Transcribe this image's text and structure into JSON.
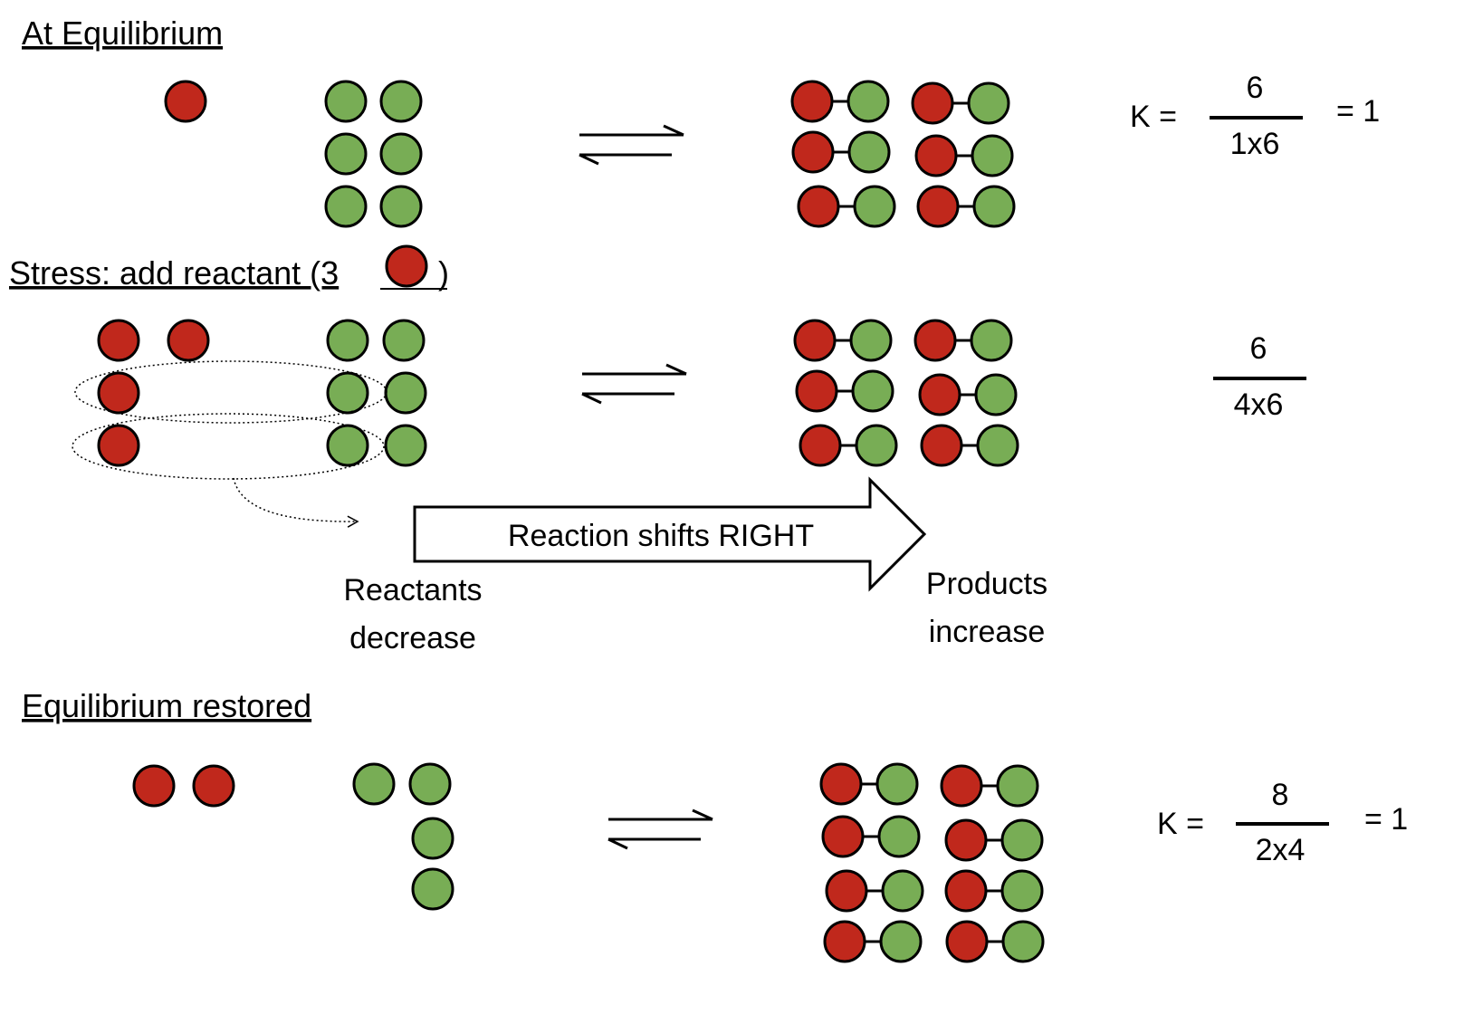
{
  "colors": {
    "reactant": "#c0281c",
    "partner": "#78ad55",
    "outline": "#000000",
    "background": "#ffffff"
  },
  "sections": {
    "equilibrium": {
      "heading": "At Equilibrium",
      "free_reactant_count": 1,
      "free_partner_count": 6,
      "product_pairs": 6,
      "k": {
        "label": "K =",
        "numerator": "6",
        "denominator": "1x6",
        "result": "= 1"
      }
    },
    "stress": {
      "heading_before": "Stress:  add reactant (3",
      "heading_after": ")",
      "added_reactants": 3,
      "free_reactant_count": 4,
      "free_partner_count": 6,
      "product_pairs": 6,
      "fraction": {
        "numerator": "6",
        "denominator": "4x6"
      },
      "shift_label": "Reaction shifts RIGHT",
      "reactants_note": [
        "Reactants",
        "decrease"
      ],
      "products_note": [
        "Products",
        "increase"
      ]
    },
    "restored": {
      "heading": "Equilibrium restored",
      "free_reactant_count": 2,
      "free_partner_count": 4,
      "product_pairs": 8,
      "k": {
        "label": "K =",
        "numerator": "8",
        "denominator": "2x4",
        "result": "= 1"
      }
    }
  },
  "icons": {
    "equilibrium_arrows": "double-harpoon-arrows-icon",
    "shift_arrow": "block-right-arrow-icon",
    "move_arrow": "dotted-curved-arrow-icon"
  }
}
